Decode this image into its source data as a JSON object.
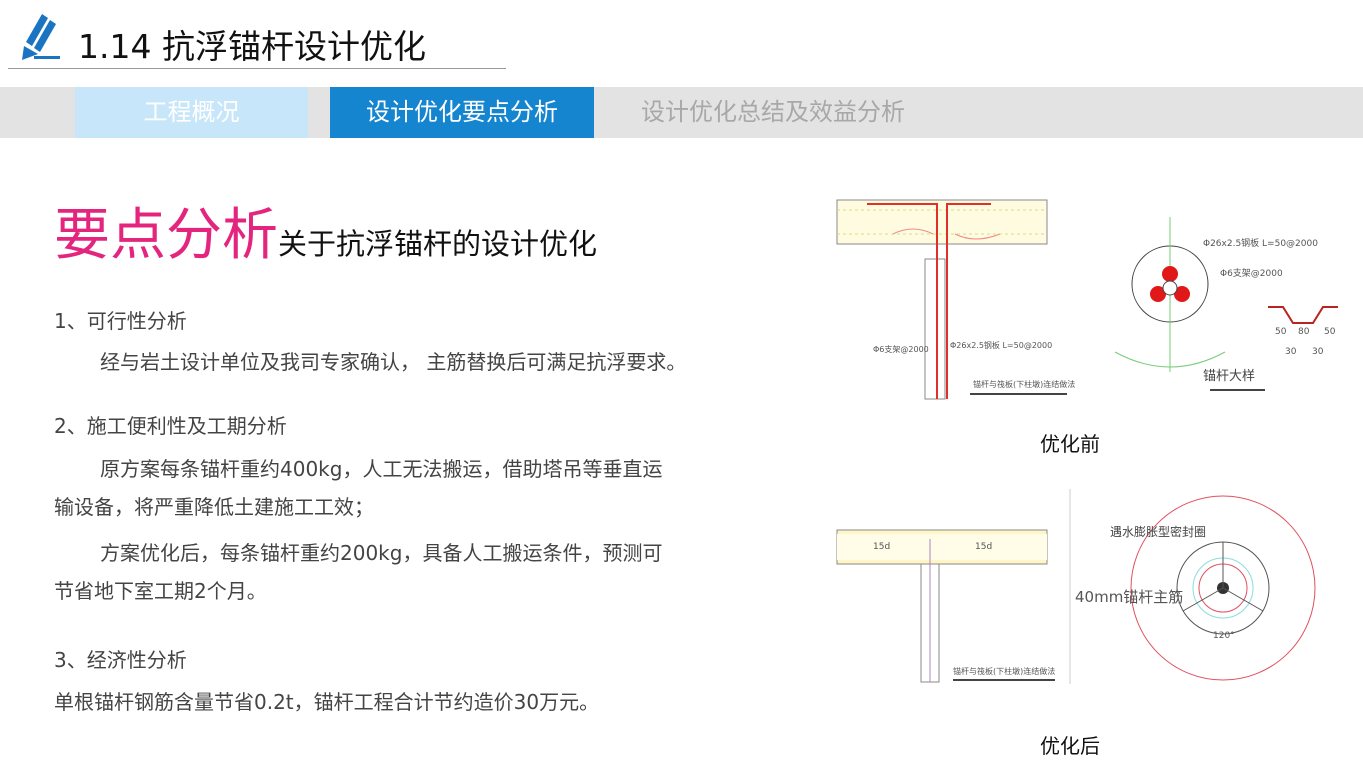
{
  "header": {
    "title": "1.14 抗浮锚杆设计优化",
    "icon": "pencil-icon"
  },
  "tabs": [
    {
      "label": "工程概况"
    },
    {
      "label": "设计优化要点分析"
    },
    {
      "label": "设计优化总结及效益分析"
    }
  ],
  "main": {
    "heading": "要点分析",
    "subheading": "关于抗浮锚杆的设计优化",
    "s1_title": "1、可行性分析",
    "s1_text": "经与岩土设计单位及我司专家确认， 主筋替换后可满足抗浮要求。",
    "s2_title": "2、施工便利性及工期分析",
    "s2_text1a": "原方案每条锚杆重约400kg，人工无法搬运，借助塔吊等垂直运",
    "s2_text1b": "输设备，将严重降低土建施工工效；",
    "s2_text2a": "方案优化后，每条锚杆重约200kg，具备人工搬运条件，预测可",
    "s2_text2b": "节省地下室工期2个月。",
    "s3_title": "3、经济性分析",
    "s3_text": "单根锚杆钢筋含量节省0.2t，锚杆工程合计节约造价30万元。"
  },
  "figures": {
    "before": {
      "caption": "优化前",
      "label_plate": "Φ26x2.5钢板 L=50@2000",
      "label_support": "Φ6支架@2000",
      "label_detail": "锚杆大样",
      "label_node": "锚杆与筏板(下柱墩)连结做法",
      "dims": [
        "50",
        "80",
        "50",
        "30",
        "30"
      ]
    },
    "after": {
      "caption": "优化后",
      "label_seal": "遇水膨胀型密封圈",
      "label_bar": "40mm锚杆主筋",
      "angle": "120°",
      "label_node": "锚杆与筏板(下柱墩)连结做法",
      "label_15d": "15d"
    }
  }
}
